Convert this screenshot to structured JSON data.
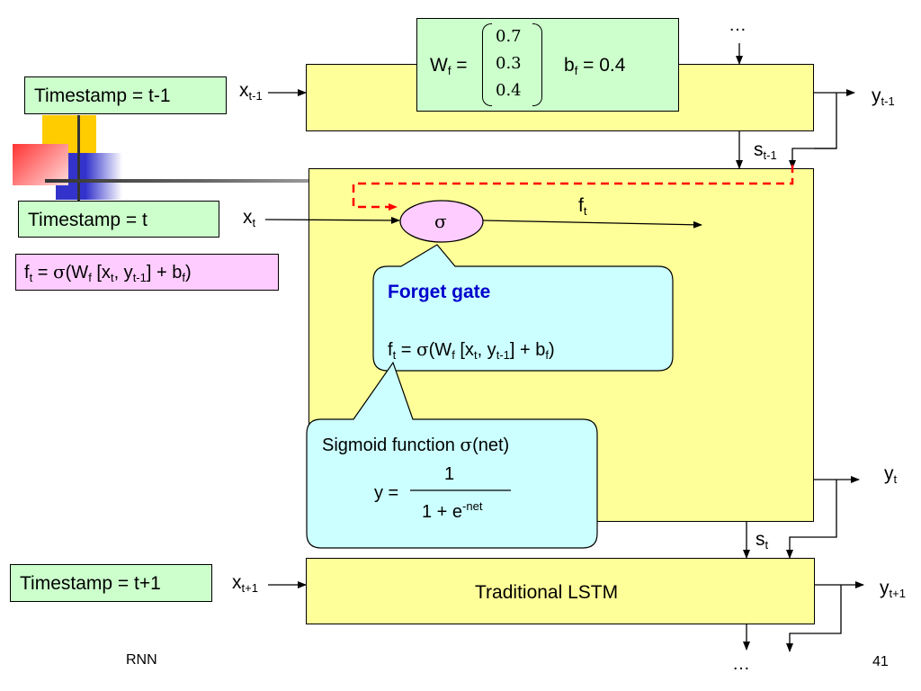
{
  "timestamps": {
    "prev": "Timestamp = t-1",
    "curr": "Timestamp = t",
    "next": "Timestamp = t+1"
  },
  "ellipsis_top": "…",
  "ellipsis_bottom": "…",
  "weights": {
    "w_label": "W",
    "w_sub": "f",
    "equals": "=",
    "values": [
      "0.7",
      "0.3",
      "0.4"
    ],
    "b_label": "b",
    "b_sub": "f",
    "b_value": "= 0.4"
  },
  "inputs": {
    "x_prev": "x",
    "x_prev_sub": "t-1",
    "x_curr": "x",
    "x_curr_sub": "t",
    "x_next": "x",
    "x_next_sub": "t+1"
  },
  "outputs": {
    "y_prev": "y",
    "y_prev_sub": "t-1",
    "y_curr": "y",
    "y_curr_sub": "t",
    "y_next": "y",
    "y_next_sub": "t+1"
  },
  "states": {
    "s_prev": "s",
    "s_prev_sub": "t-1",
    "s_curr": "s",
    "s_curr_sub": "t"
  },
  "sigma_symbol": "σ",
  "ft_label": "f",
  "ft_sub": "t",
  "equation_pink": {
    "lhs": "f",
    "lhs_sub": "t",
    "eq": " = ",
    "sigma": "σ",
    "body1": "(W",
    "w_sub": "f",
    "body2": " [x",
    "x_sub": "t",
    "body3": ", y",
    "y_sub": "t-1",
    "body4": "] + b",
    "b_sub": "f",
    "body5": ")"
  },
  "forget_callout": {
    "title": "Forget gate",
    "lhs": "f",
    "lhs_sub": "t",
    "eq": " = ",
    "sigma": "σ",
    "body1": "(W",
    "w_sub": "f",
    "body2": " [x",
    "x_sub": "t",
    "body3": ", y",
    "y_sub": "t-1",
    "body4": "] + b",
    "b_sub": "f",
    "body5": ")"
  },
  "sigmoid_callout": {
    "title": "Sigmoid function ",
    "sigma": "σ",
    "title_end": "(net)",
    "y_eq": "y =",
    "numerator": "1",
    "denominator": "1 + e",
    "denominator_sup": "-net"
  },
  "lstm_label": "Traditional LSTM",
  "footer": {
    "left": "RNN",
    "page": "41"
  },
  "colors": {
    "yellow_fill": "#ffff99",
    "green_fill": "#ccffcc",
    "pink_fill": "#ffccff",
    "callout_fill": "#ccffff",
    "oval_fill": "#ffccff",
    "dashed_red": "#ff0000",
    "title_blue": "#0000cc"
  }
}
